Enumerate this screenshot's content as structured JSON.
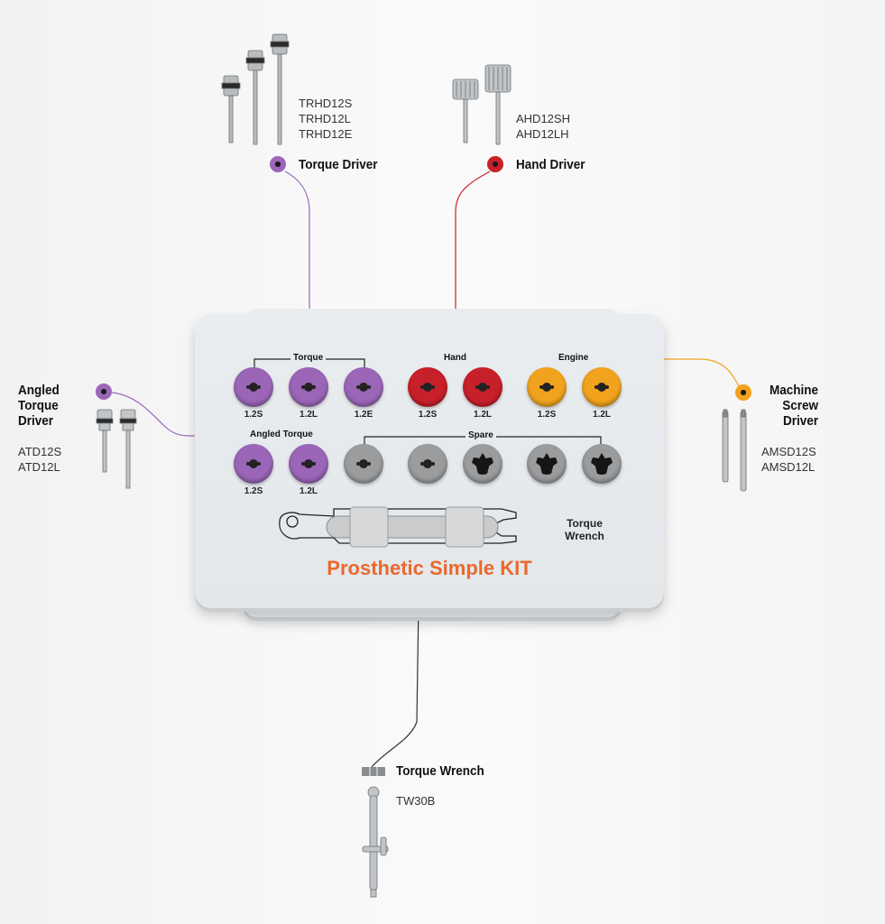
{
  "colors": {
    "torque": "#9b66b8",
    "hand": "#c8202a",
    "engine": "#f2a31d",
    "spare": "#9b9c9e",
    "kit_title": "#e9692c"
  },
  "torque_driver": {
    "title": "Torque Driver",
    "codes": [
      "TRHD12S",
      "TRHD12L",
      "TRHD12E"
    ]
  },
  "hand_driver": {
    "title": "Hand Driver",
    "codes": [
      "AHD12SH",
      "AHD12LH"
    ]
  },
  "angled_torque_driver": {
    "title_lines": [
      "Angled",
      "Torque",
      "Driver"
    ],
    "codes": [
      "ATD12S",
      "ATD12L"
    ]
  },
  "machine_screw_driver": {
    "title_lines": [
      "Machine",
      "Screw",
      "Driver"
    ],
    "codes": [
      "AMSD12S",
      "AMSD12L"
    ]
  },
  "torque_wrench": {
    "title": "Torque Wrench",
    "code": "TW30B"
  },
  "kit": {
    "title": "Prosthetic Simple KIT",
    "groups": {
      "torque": "Torque",
      "hand": "Hand",
      "engine": "Engine",
      "angled_torque": "Angled Torque",
      "spare": "Spare"
    },
    "row1": [
      {
        "label": "1.2S",
        "color": "torque"
      },
      {
        "label": "1.2L",
        "color": "torque"
      },
      {
        "label": "1.2E",
        "color": "torque"
      },
      {
        "label": "1.2S",
        "color": "hand"
      },
      {
        "label": "1.2L",
        "color": "hand"
      },
      {
        "label": "1.2S",
        "color": "engine"
      },
      {
        "label": "1.2L",
        "color": "engine"
      }
    ],
    "row2": [
      {
        "label": "1.2S",
        "color": "torque"
      },
      {
        "label": "1.2L",
        "color": "torque"
      },
      {
        "label": "",
        "color": "spare"
      },
      {
        "label": "",
        "color": "spare"
      },
      {
        "label": "",
        "color": "spare"
      },
      {
        "label": "",
        "color": "spare"
      },
      {
        "label": "",
        "color": "spare"
      }
    ],
    "wrench_slot_label_lines": [
      "Torque",
      "Wrench"
    ]
  }
}
